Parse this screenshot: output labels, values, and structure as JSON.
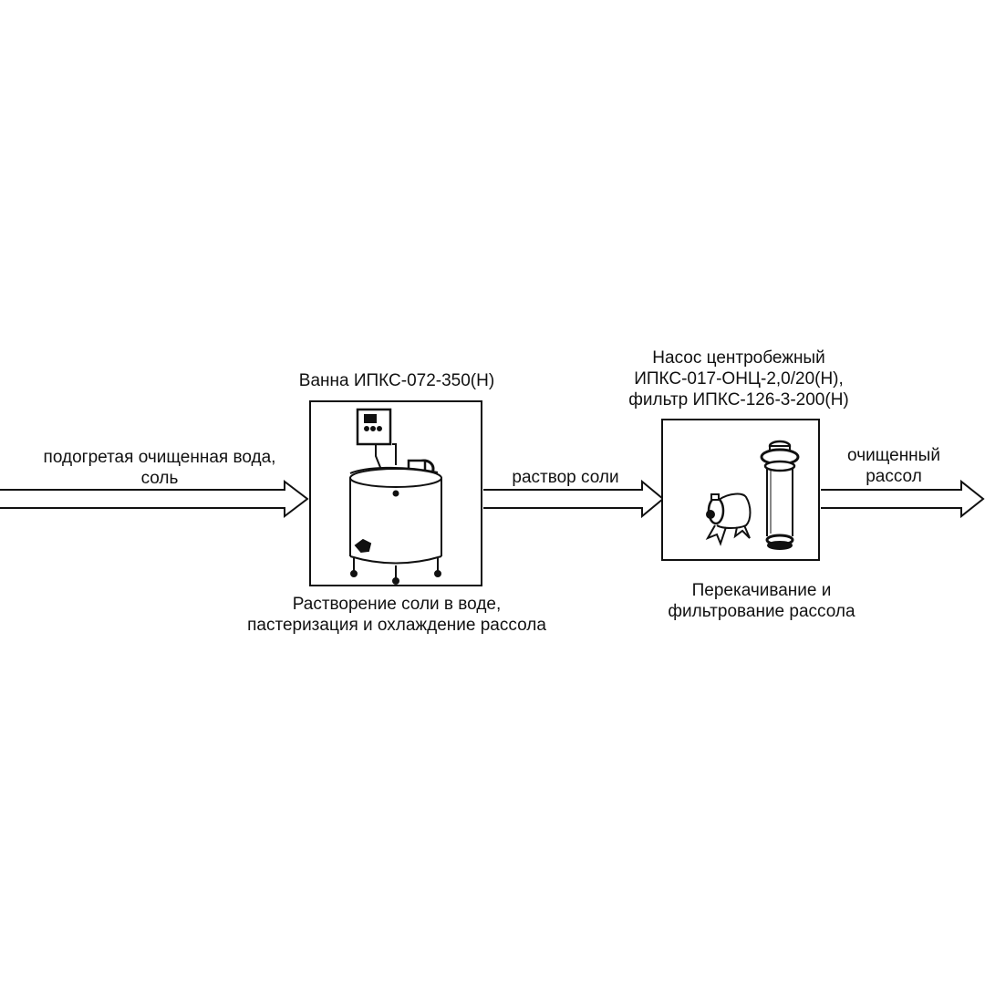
{
  "diagram": {
    "input_label_line1": "подогретая очищенная вода,",
    "input_label_line2": "соль",
    "stage1": {
      "equipment_title": "Ванна ИПКС-072-350(Н)",
      "process_line1": "Растворение соли в воде,",
      "process_line2": "пастеризация и охлаждение рассола",
      "icon": "tank-with-mixer-icon"
    },
    "link_label": "раствор соли",
    "stage2": {
      "equipment_line1": "Насос центробежный",
      "equipment_line2": "ИПКС-017-ОНЦ-2,0/20(Н),",
      "equipment_line3": "фильтр ИПКС-126-3-200(Н)",
      "process_line1": "Перекачивание и",
      "process_line2": "фильтрование рассола",
      "icons": [
        "centrifugal-pump-icon",
        "cartridge-filter-icon"
      ]
    },
    "output_label_line1": "очищенный",
    "output_label_line2": "рассол",
    "line_color": "#111111"
  }
}
